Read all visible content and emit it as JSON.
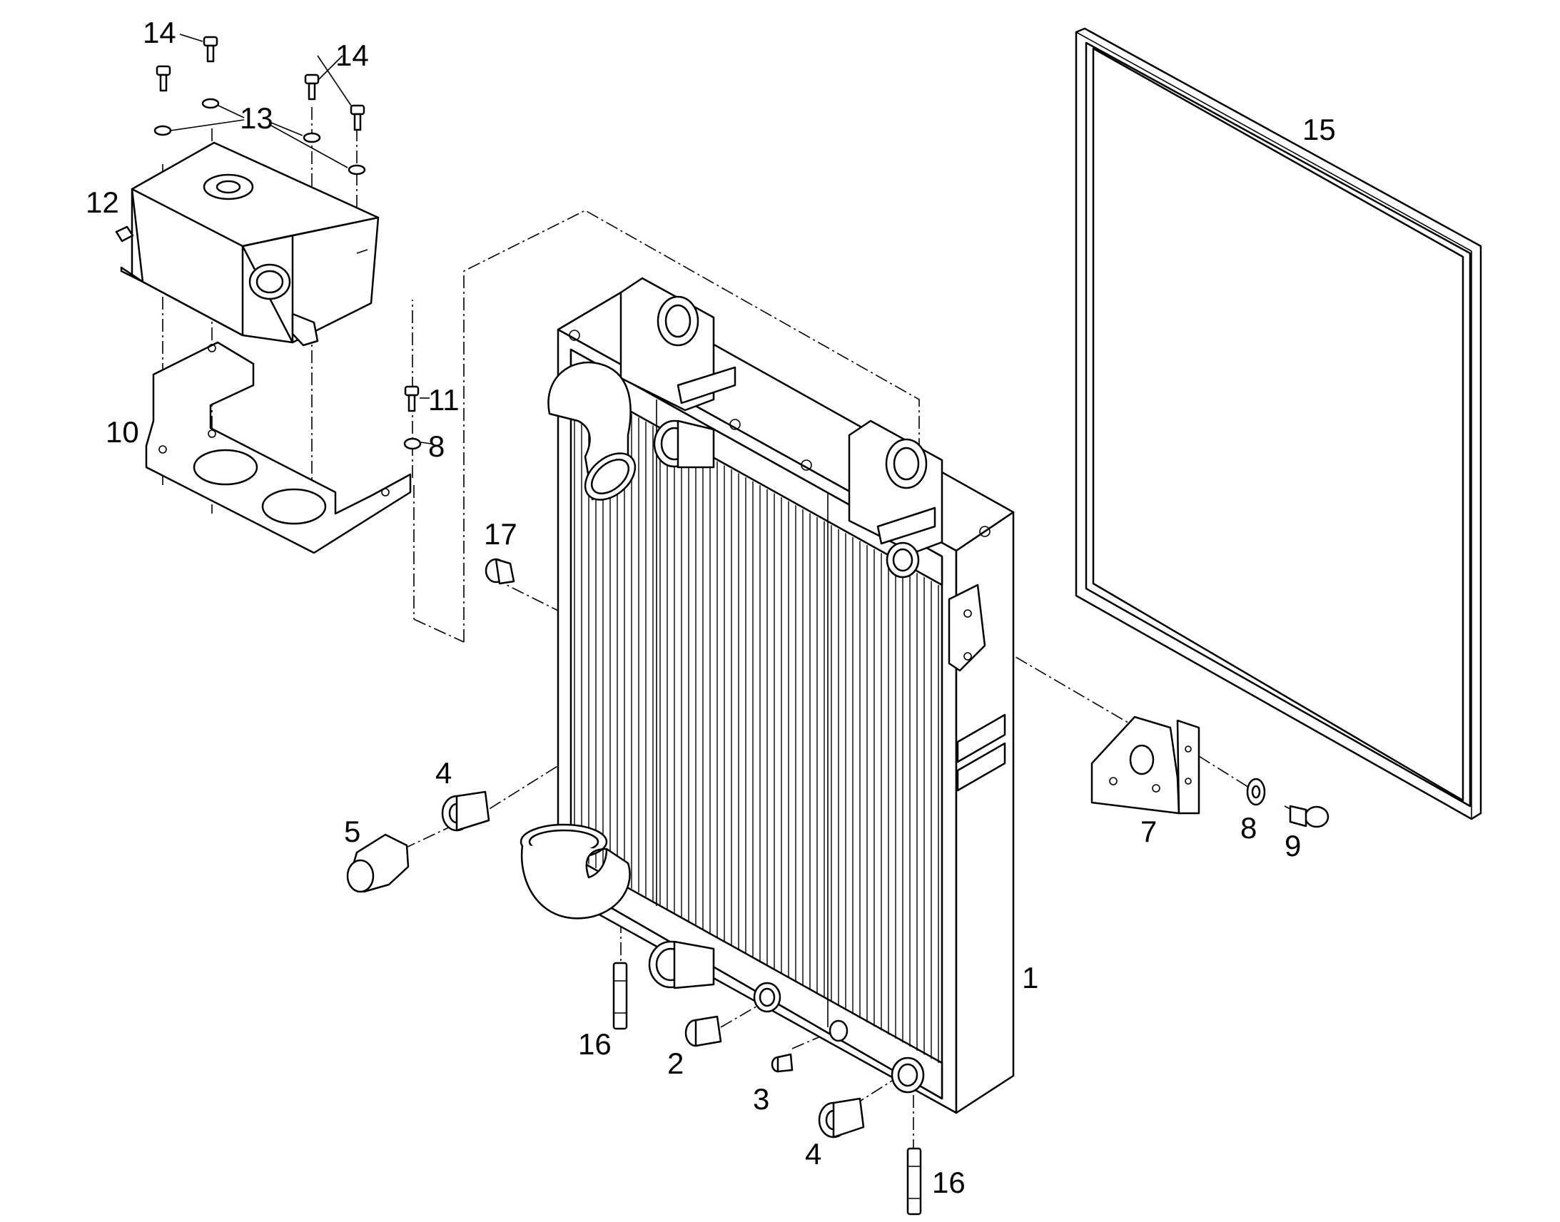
{
  "diagram": {
    "labels": {
      "l1": "1",
      "l2": "2",
      "l3": "3",
      "l4a": "4",
      "l4b": "4",
      "l5": "5",
      "l7": "7",
      "l8a": "8",
      "l8b": "8",
      "l9": "9",
      "l10": "10",
      "l11": "11",
      "l12": "12",
      "l13": "13",
      "l14a": "14",
      "l14b": "14",
      "l15": "15",
      "l16a": "16",
      "l16b": "16",
      "l17": "17"
    },
    "colors": {
      "line": "#000000",
      "background": "#ffffff"
    }
  }
}
